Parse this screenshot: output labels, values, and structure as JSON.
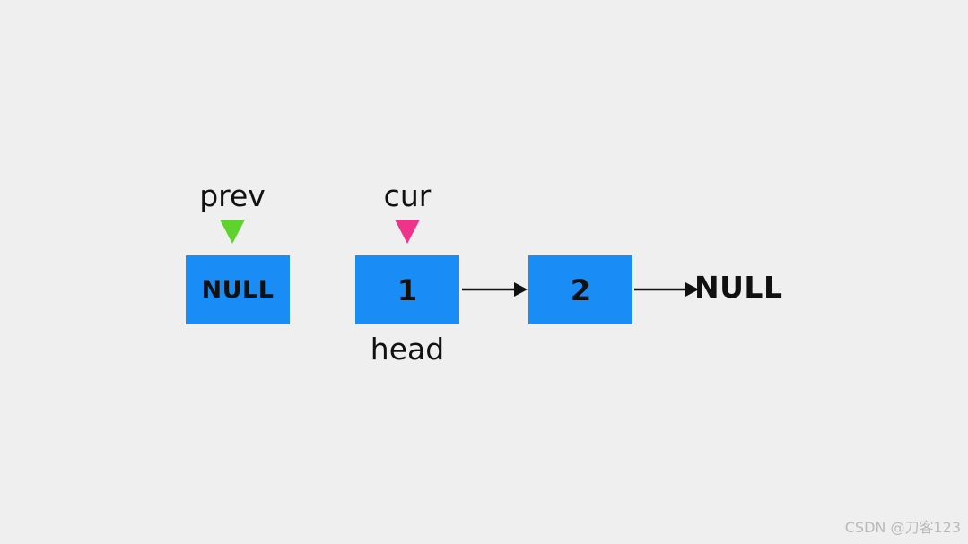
{
  "pointers": {
    "prev": {
      "label": "prev",
      "color": "#5fd32d"
    },
    "cur": {
      "label": "cur",
      "color": "#f0338a"
    }
  },
  "nodes": [
    {
      "value": "NULL"
    },
    {
      "value": "1"
    },
    {
      "value": "2"
    }
  ],
  "head_label": "head",
  "tail_null": "NULL",
  "node_color": "#1a8cf5",
  "watermark": "CSDN @刀客123"
}
